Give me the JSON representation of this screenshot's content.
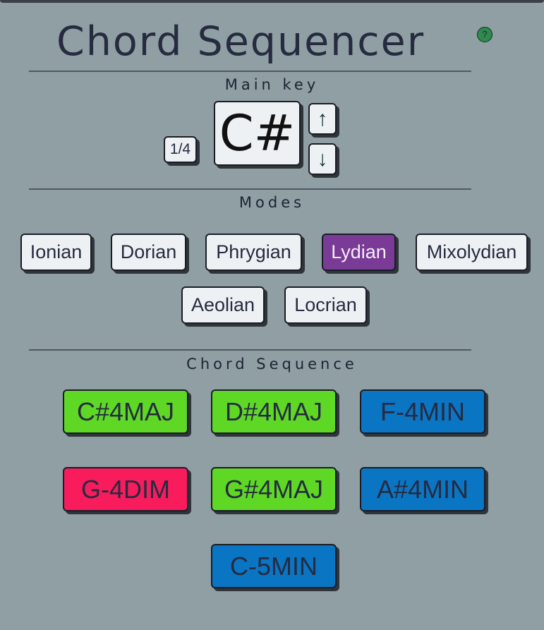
{
  "app": {
    "title": "Chord Sequencer",
    "help_label": "?"
  },
  "main_key": {
    "label": "Main key",
    "key": "C#",
    "counter": "1/4",
    "up_arrow": "↑",
    "down_arrow": "↓"
  },
  "modes": {
    "label": "Modes",
    "items": [
      "Ionian",
      "Dorian",
      "Phrygian",
      "Lydian",
      "Mixolydian",
      "Aeolian",
      "Locrian"
    ],
    "selected": "Lydian",
    "selected_color": "#7a3b96"
  },
  "chord_sequence": {
    "label": "Chord Sequence",
    "chords": [
      {
        "name": "C#4MAJ",
        "quality": "maj"
      },
      {
        "name": "D#4MAJ",
        "quality": "maj"
      },
      {
        "name": "F-4MIN",
        "quality": "min"
      },
      {
        "name": "G-4DIM",
        "quality": "dim"
      },
      {
        "name": "G#4MAJ",
        "quality": "maj"
      },
      {
        "name": "A#4MIN",
        "quality": "min"
      },
      {
        "name": "C-5MIN",
        "quality": "min"
      }
    ],
    "colors": {
      "maj": "#5ed825",
      "min": "#0a75c3",
      "dim": "#f81c5d"
    }
  }
}
